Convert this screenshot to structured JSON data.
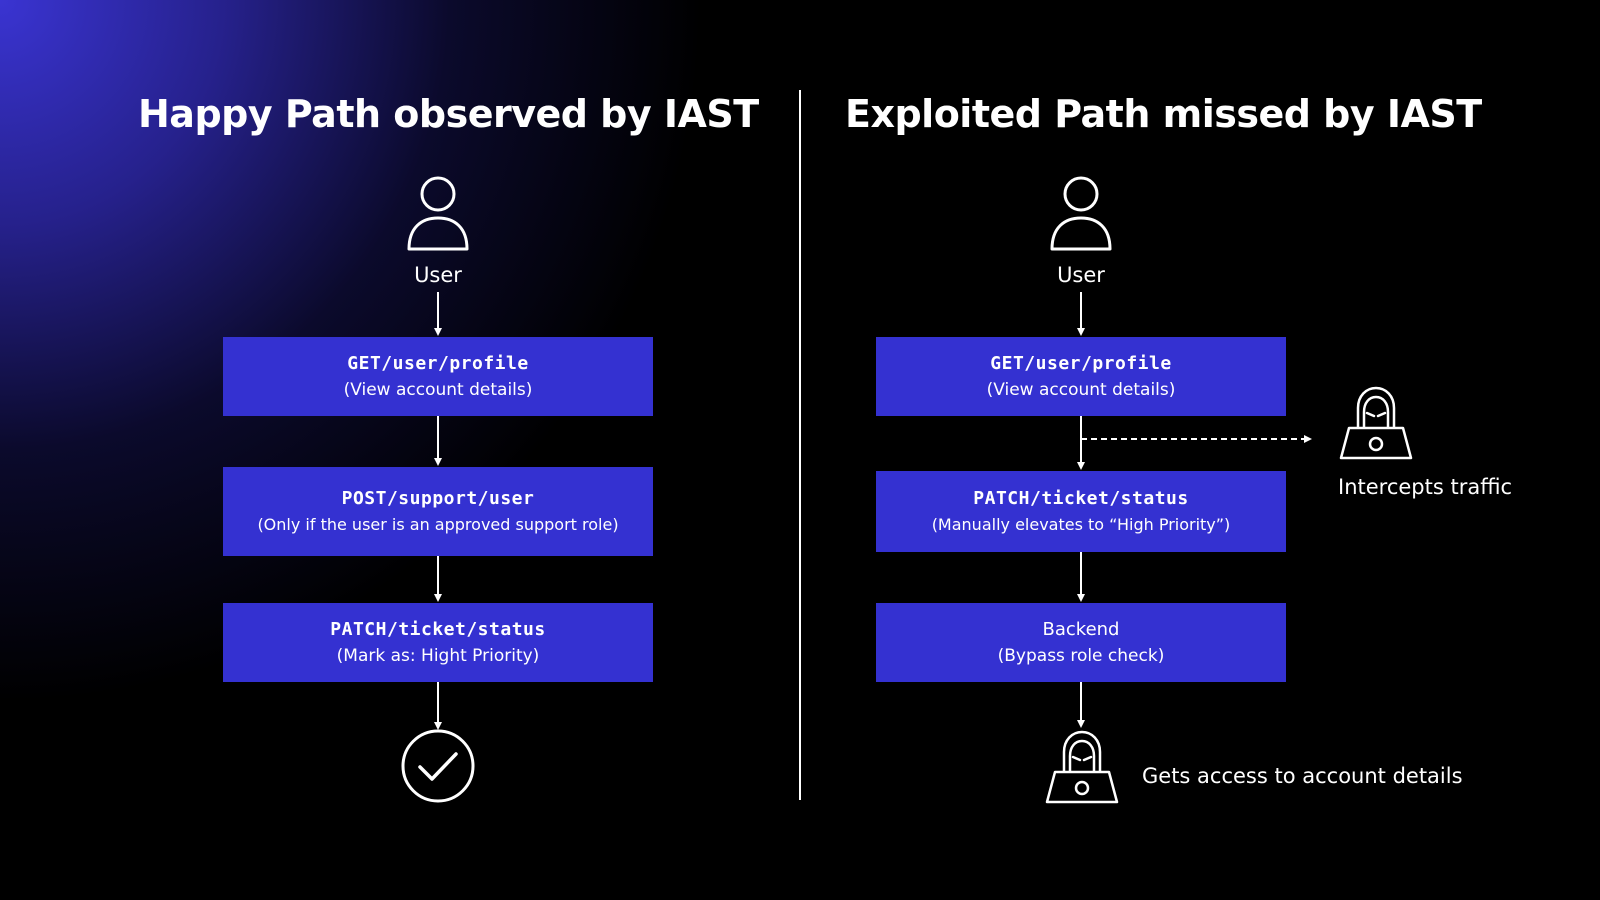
{
  "left": {
    "title": "Happy Path observed by IAST",
    "user_label": "User",
    "steps": [
      {
        "endpoint": "GET/user/profile",
        "description": "(View account details)"
      },
      {
        "endpoint": "POST/support/user",
        "description": "(Only if the user is an approved support role)"
      },
      {
        "endpoint": "PATCH/ticket/status",
        "description": "(Mark as: Hight Priority)"
      }
    ],
    "end_icon": "checkmark-circle-icon"
  },
  "right": {
    "title": "Exploited Path missed by IAST",
    "user_label": "User",
    "steps": [
      {
        "endpoint": "GET/user/profile",
        "description": "(View account details)"
      },
      {
        "endpoint": "PATCH/ticket/status",
        "description": "(Manually elevates to “High Priority”)"
      },
      {
        "title": "Backend",
        "description": "(Bypass role check)"
      }
    ],
    "interceptor_label": "Intercepts traffic",
    "outcome_label": "Gets access to account details",
    "attacker_icon": "hacker-laptop-icon"
  },
  "colors": {
    "box_fill": "#3431d1",
    "gradient_accent": "#3a34d2",
    "background": "#000000",
    "text": "#ffffff"
  }
}
